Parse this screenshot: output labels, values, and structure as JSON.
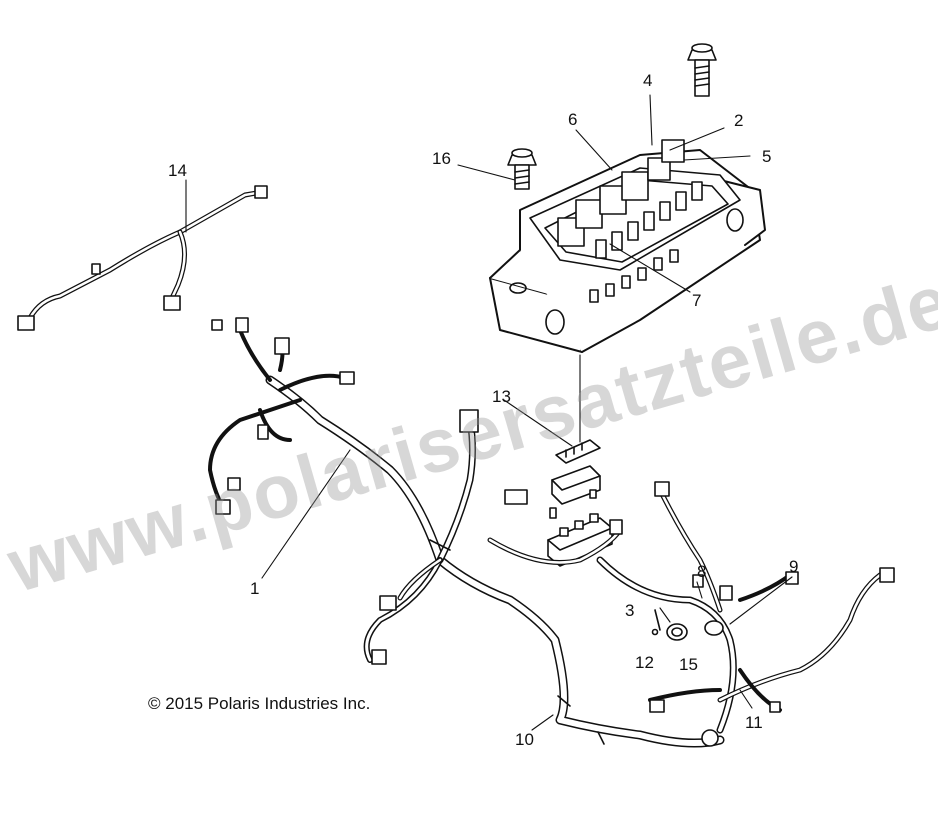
{
  "watermark": "www.polarisersatzteile.de",
  "copyright": "© 2015 Polaris Industries Inc.",
  "callouts": [
    {
      "id": "1",
      "label": "1"
    },
    {
      "id": "2",
      "label": "2"
    },
    {
      "id": "3",
      "label": "3"
    },
    {
      "id": "4",
      "label": "4"
    },
    {
      "id": "5",
      "label": "5"
    },
    {
      "id": "6",
      "label": "6"
    },
    {
      "id": "7",
      "label": "7"
    },
    {
      "id": "8",
      "label": "8"
    },
    {
      "id": "9",
      "label": "9"
    },
    {
      "id": "10",
      "label": "10"
    },
    {
      "id": "11",
      "label": "11"
    },
    {
      "id": "12",
      "label": "12"
    },
    {
      "id": "13",
      "label": "13"
    },
    {
      "id": "14",
      "label": "14"
    },
    {
      "id": "15",
      "label": "15"
    },
    {
      "id": "16",
      "label": "16"
    }
  ]
}
